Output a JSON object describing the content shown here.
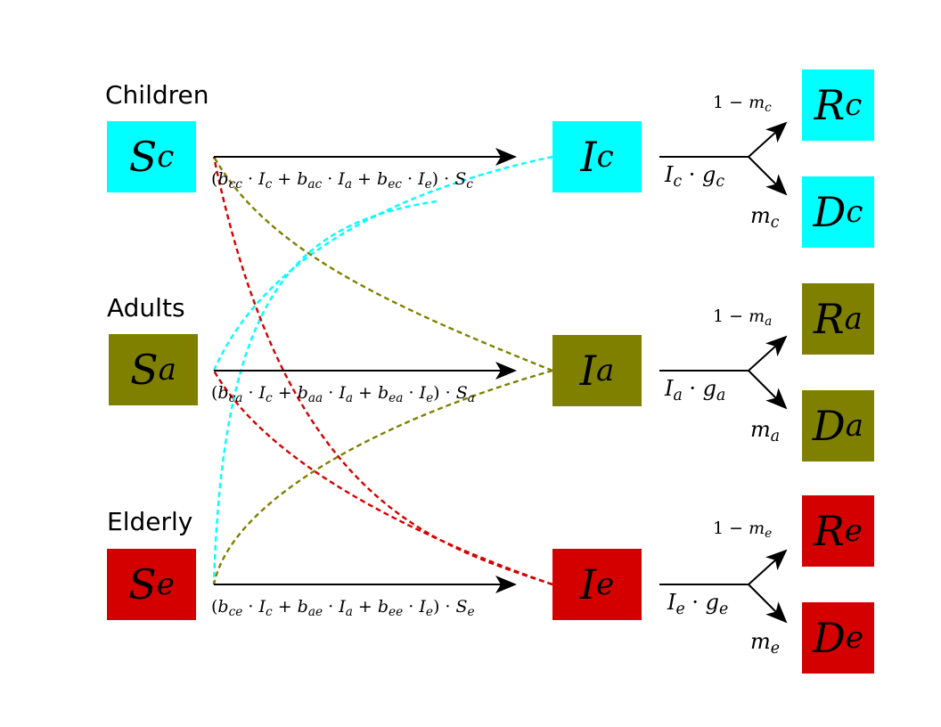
{
  "colors": {
    "children": "#00ffff",
    "adults": "#808000",
    "elderly": "#d40000",
    "arrow": "#000000"
  },
  "groups": [
    {
      "key": "children",
      "label": "Children",
      "S": {
        "main": "S",
        "sub": "c"
      },
      "I": {
        "main": "I",
        "sub": "c"
      },
      "R": {
        "main": "R",
        "sub": "c"
      },
      "D": {
        "main": "D",
        "sub": "c"
      },
      "infection_rate": [
        "(",
        "b",
        "cc",
        " · ",
        "I",
        "c",
        " + ",
        "b",
        "ac",
        " · ",
        "I",
        "a",
        " + ",
        "b",
        "ec",
        " · ",
        "I",
        "e",
        ") · ",
        "S",
        "c"
      ],
      "recovery_rate": {
        "I": "I",
        "Isub": "c",
        "dot": " · ",
        "g": "g",
        "gsub": "c"
      },
      "survive": {
        "prefix": "1 − ",
        "m": "m",
        "msub": "c"
      },
      "die": {
        "m": "m",
        "msub": "c"
      }
    },
    {
      "key": "adults",
      "label": "Adults",
      "S": {
        "main": "S",
        "sub": "a"
      },
      "I": {
        "main": "I",
        "sub": "a"
      },
      "R": {
        "main": "R",
        "sub": "a"
      },
      "D": {
        "main": "D",
        "sub": "a"
      },
      "infection_rate": [
        "(",
        "b",
        "ca",
        " · ",
        "I",
        "c",
        " + ",
        "b",
        "aa",
        " · ",
        "I",
        "a",
        " + ",
        "b",
        "ea",
        " · ",
        "I",
        "e",
        ") · ",
        "S",
        "a"
      ],
      "recovery_rate": {
        "I": "I",
        "Isub": "a",
        "dot": " · ",
        "g": "g",
        "gsub": "a"
      },
      "survive": {
        "prefix": "1 − ",
        "m": "m",
        "msub": "a"
      },
      "die": {
        "m": "m",
        "msub": "a"
      }
    },
    {
      "key": "elderly",
      "label": "Elderly",
      "S": {
        "main": "S",
        "sub": "e"
      },
      "I": {
        "main": "I",
        "sub": "e"
      },
      "R": {
        "main": "R",
        "sub": "e"
      },
      "D": {
        "main": "D",
        "sub": "e"
      },
      "infection_rate": [
        "(",
        "b",
        "ce",
        " · ",
        "I",
        "c",
        " + ",
        "b",
        "ae",
        " · ",
        "I",
        "a",
        " + ",
        "b",
        "ee",
        " · ",
        "I",
        "e",
        ") · ",
        "S",
        "e"
      ],
      "recovery_rate": {
        "I": "I",
        "Isub": "e",
        "dot": " · ",
        "g": "g",
        "gsub": "e"
      },
      "survive": {
        "prefix": "1 − ",
        "m": "m",
        "msub": "e"
      },
      "die": {
        "m": "m",
        "msub": "e"
      }
    }
  ]
}
